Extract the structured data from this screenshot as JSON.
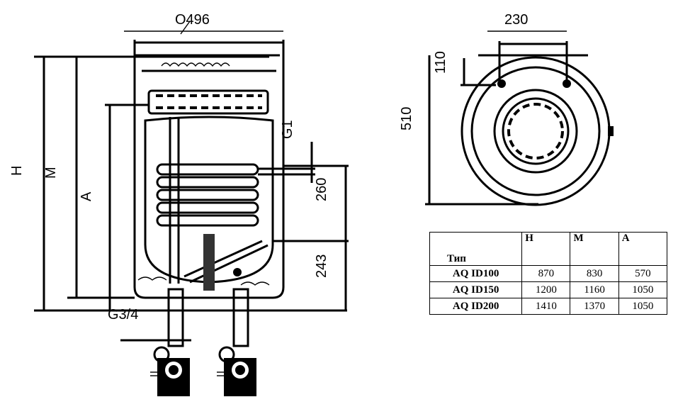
{
  "side_view": {
    "diameter_label": "O496",
    "label_H": "H",
    "label_M": "M",
    "label_A": "A",
    "label_G1": "G1",
    "label_260": "260",
    "label_243": "243",
    "label_G34": "G3/4"
  },
  "top_view": {
    "label_230": "230",
    "label_110": "110",
    "label_510": "510"
  },
  "table": {
    "headers": [
      "Тип",
      "H",
      "M",
      "A"
    ],
    "rows": [
      {
        "model": "AQ ID100",
        "H": "870",
        "M": "830",
        "A": "570"
      },
      {
        "model": "AQ ID150",
        "H": "1200",
        "M": "1160",
        "A": "1050"
      },
      {
        "model": "AQ ID200",
        "H": "1410",
        "M": "1370",
        "A": "1050"
      }
    ]
  }
}
